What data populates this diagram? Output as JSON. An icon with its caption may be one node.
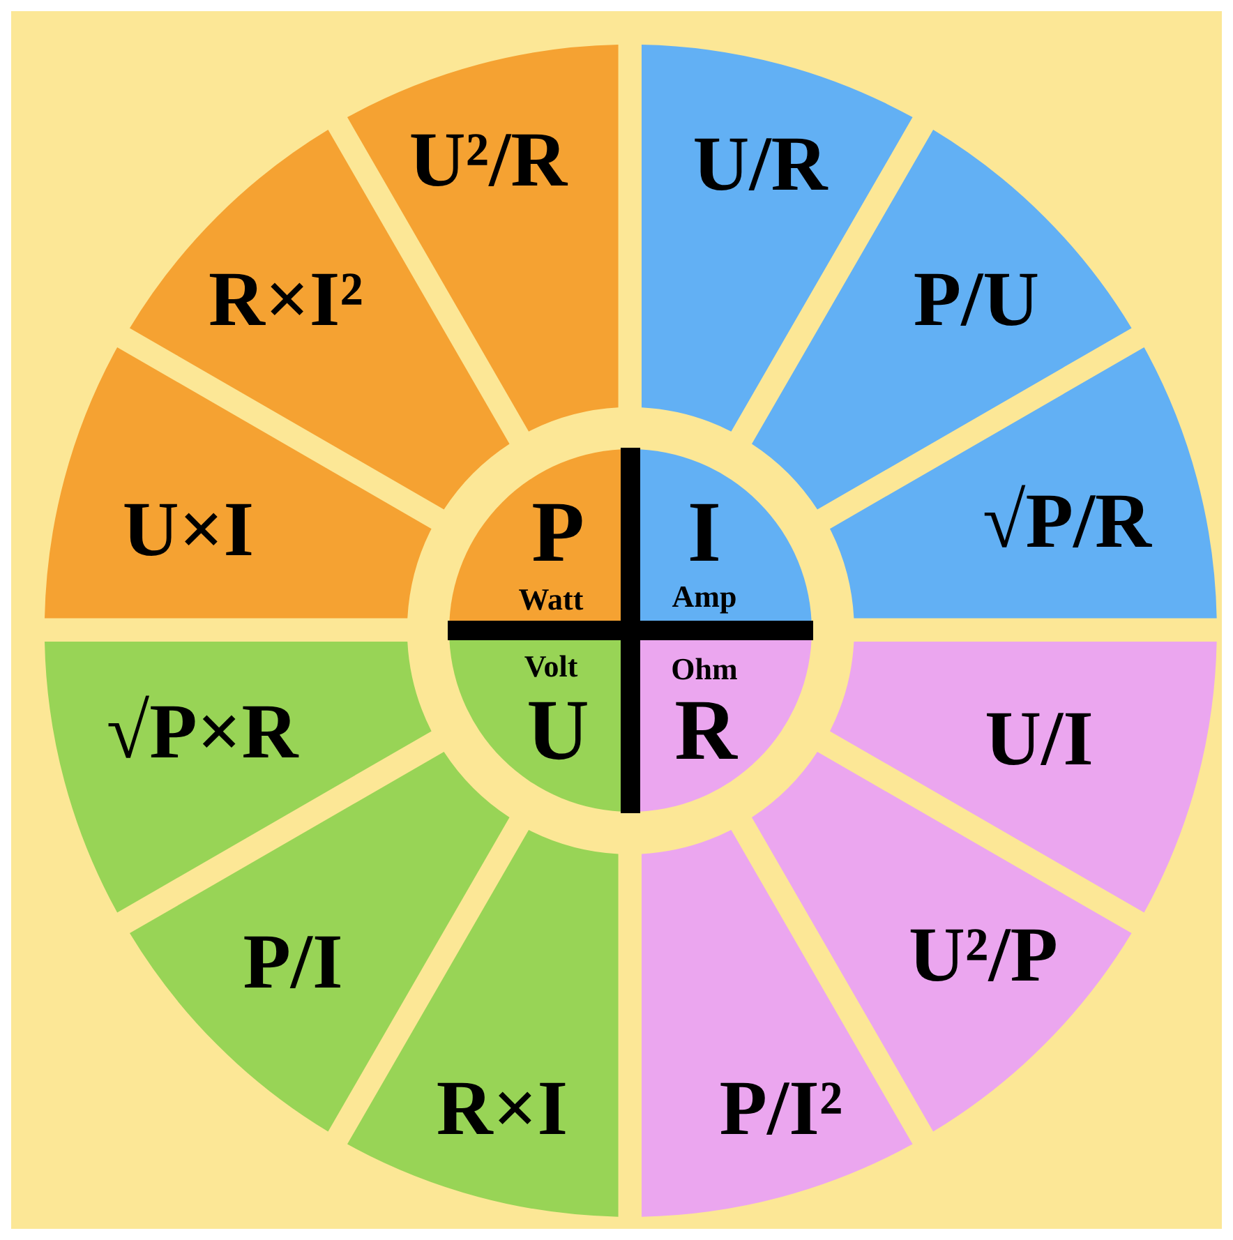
{
  "diagram": {
    "nodes": [
      {
        "text": [
          "P",
          "Watt"
        ]
      },
      {
        "text": [
          "I",
          "Amp"
        ]
      },
      {
        "text": [
          "Volt",
          "U"
        ]
      },
      {
        "text": [
          "Ohm",
          "R"
        ]
      },
      {
        "text": [
          "U/R"
        ]
      },
      {
        "text": [
          "P/U"
        ]
      },
      {
        "text": [
          "√P/R"
        ]
      },
      {
        "text": [
          "U/I"
        ]
      },
      {
        "text": [
          "U²/P"
        ]
      },
      {
        "text": [
          "P/I²"
        ]
      },
      {
        "text": [
          "R×I"
        ]
      },
      {
        "text": [
          "P/I"
        ]
      },
      {
        "text": [
          "√P×R"
        ]
      },
      {
        "text": [
          "U×I"
        ]
      },
      {
        "text": [
          "R×I²"
        ]
      },
      {
        "text": [
          "U²/R"
        ]
      }
    ]
  }
}
